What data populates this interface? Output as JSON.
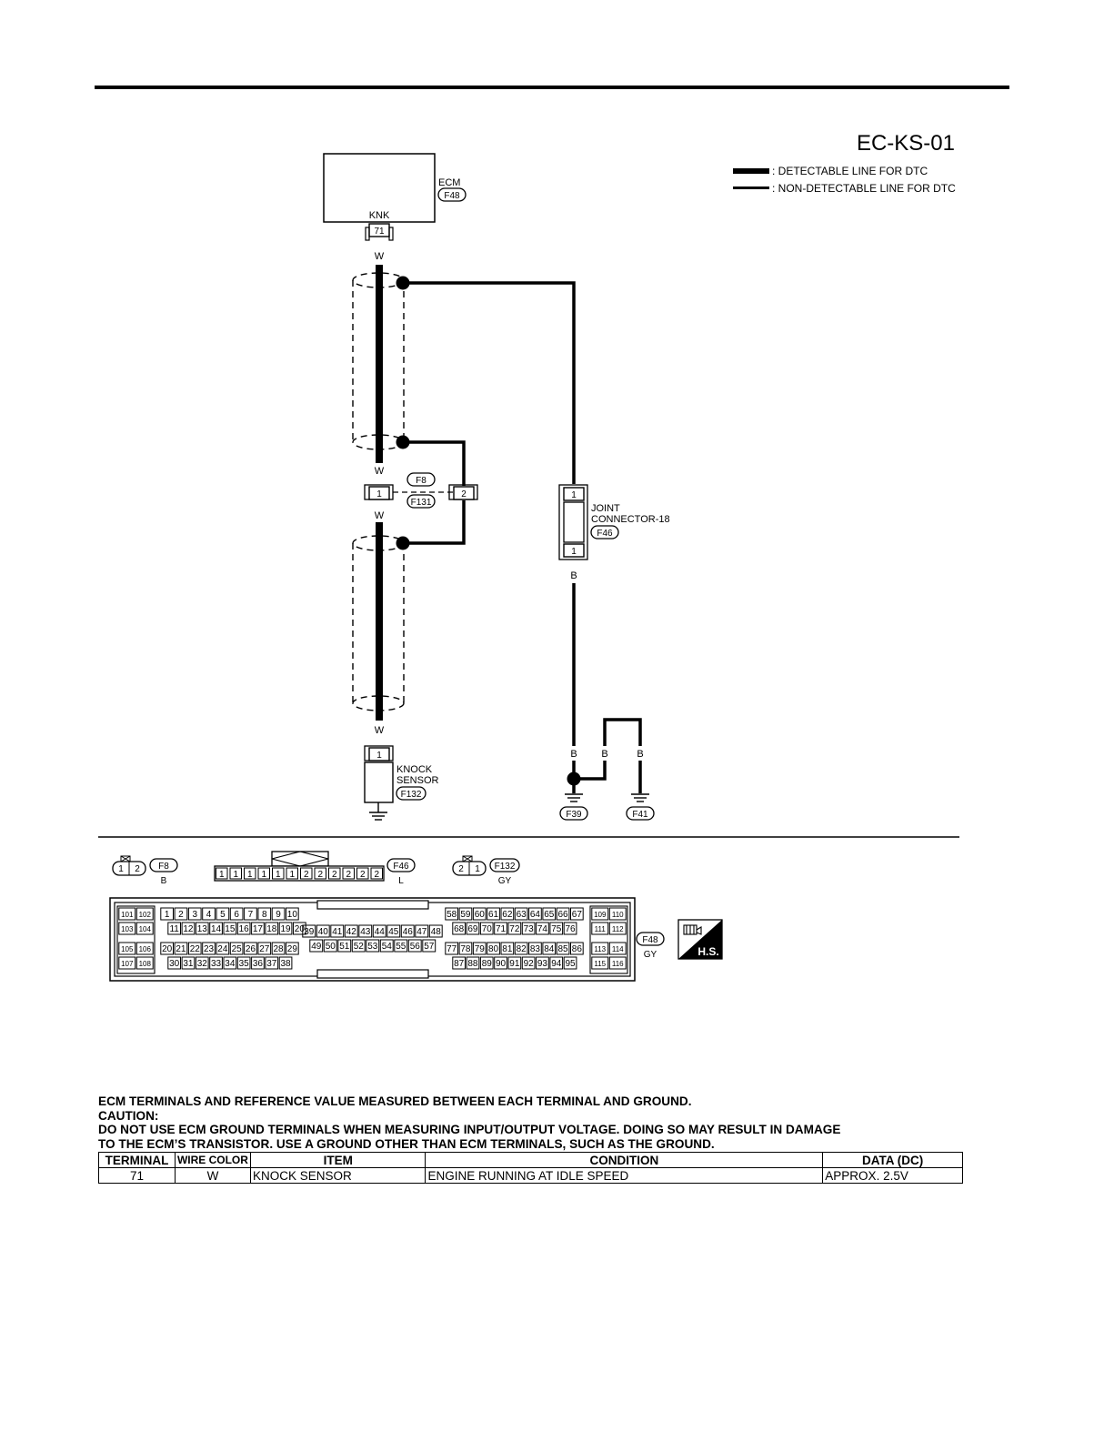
{
  "page": {
    "code": "EC-KS-01"
  },
  "legend": {
    "detectable": ": DETECTABLE LINE FOR DTC",
    "non_detectable": ": NON-DETECTABLE LINE FOR DTC"
  },
  "ecm": {
    "label": "ECM",
    "connector": "F48",
    "terminal_name": "KNK",
    "terminal": "71",
    "wire_color": "W"
  },
  "harness_connector": {
    "top_code": "F8",
    "bottom_code": "F131",
    "pin_a": "1",
    "pin_b": "2",
    "wire_above": "W",
    "wire_below": "W"
  },
  "joint_connector": {
    "name_line1": "JOINT",
    "name_line2": "CONNECTOR-18",
    "code": "F46",
    "pin_top": "1",
    "pin_bottom": "1",
    "wire_color": "B"
  },
  "knock_sensor": {
    "name_line1": "KNOCK",
    "name_line2": "SENSOR",
    "code": "F132",
    "pin": "1",
    "wire_color": "W"
  },
  "grounds": {
    "wire_1": "B",
    "wire_2": "B",
    "wire_3": "B",
    "code_1": "F39",
    "code_2": "F41"
  },
  "connector_views": {
    "f8": {
      "code": "F8",
      "color": "B",
      "pins": [
        "1",
        "2"
      ]
    },
    "f46": {
      "code": "F46",
      "color": "L",
      "pins": [
        "1",
        "1",
        "1",
        "1",
        "1",
        "1",
        "2",
        "2",
        "2",
        "2",
        "2",
        "2"
      ]
    },
    "f132": {
      "code": "F132",
      "color": "GY",
      "pins": [
        "2",
        "1"
      ]
    },
    "f48": {
      "code": "F48",
      "color": "GY"
    },
    "hs_badge": "H.S."
  },
  "notes": [
    "ECM TERMINALS AND REFERENCE VALUE MEASURED BETWEEN EACH TERMINAL AND GROUND.",
    "CAUTION:",
    "DO NOT USE ECM GROUND TERMINALS WHEN MEASURING INPUT/OUTPUT VOLTAGE. DOING SO MAY RESULT IN DAMAGE",
    "TO THE ECM’S TRANSISTOR. USE A GROUND OTHER THAN ECM TERMINALS, SUCH AS THE GROUND."
  ],
  "table": {
    "headers": [
      "TERMINAL",
      "WIRE COLOR",
      "ITEM",
      "CONDITION",
      "DATA (DC)"
    ],
    "rows": [
      [
        "71",
        "W",
        "KNOCK SENSOR",
        "ENGINE RUNNING AT IDLE SPEED",
        "APPROX. 2.5V"
      ]
    ]
  }
}
